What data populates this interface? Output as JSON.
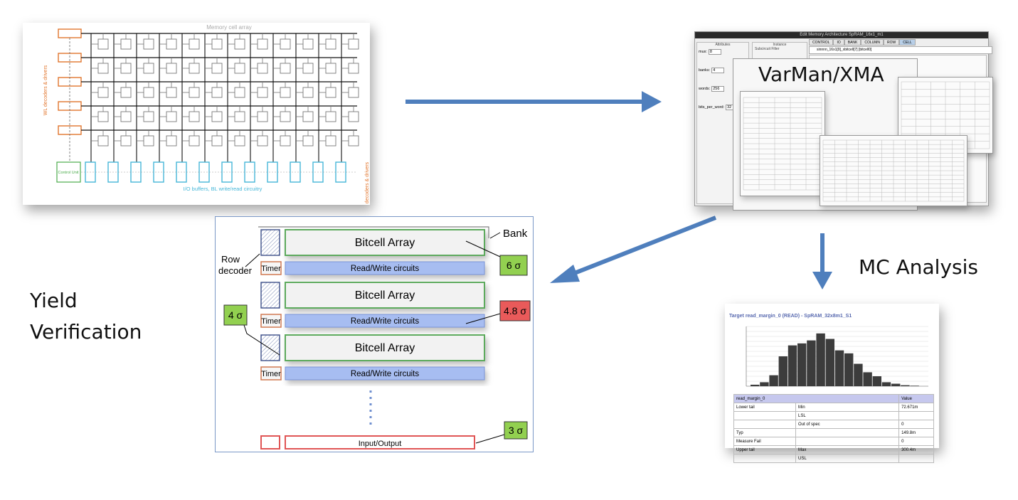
{
  "memory_panel": {
    "title": "Memory cell array",
    "wl_label": "WL decoders & drivers",
    "io_label": "I/O buffers, BL write/read circuitry",
    "bl_label": "decoders & drivers",
    "control_unit": "Control Unit"
  },
  "varman": {
    "title": "VarMan/XMA",
    "window_title": "Edit Memory Architecture SpRAM_16x1_m1",
    "tabs": [
      "CONTROL",
      "IO",
      "BANK",
      "COLUMN",
      "ROW",
      "CELL"
    ],
    "attributes_label": "Attributes",
    "instance_label": "Instance",
    "fields": [
      {
        "label": "mux:",
        "value": "8"
      },
      {
        "label": "banks:",
        "value": "4"
      },
      {
        "label": "words:",
        "value": "256"
      },
      {
        "label": "bits_per_word:",
        "value": "32"
      }
    ],
    "filter_label": "Subcircuit Filter",
    "path_value": "sinnnn_16x1[9]_xbitcell[7]  [bitcell0]"
  },
  "mc_label": "MC Analysis",
  "yield_label": [
    "Yield",
    "Verification"
  ],
  "bank_panel": {
    "bank_label": "Bank",
    "row_decoder_label": [
      "Row",
      "decoder"
    ],
    "bitcell_label": "Bitcell Array",
    "rw_label": "Read/Write circuits",
    "timer_label": "Timer",
    "io_label": "Input/Output",
    "sigma_badges": [
      {
        "value": "6 σ",
        "color": "#92d050"
      },
      {
        "value": "4.8 σ",
        "color": "#e95a5a"
      },
      {
        "value": "4 σ",
        "color": "#92d050"
      },
      {
        "value": "3 σ",
        "color": "#92d050"
      }
    ]
  },
  "mc_panel": {
    "title": "Target read_margin_0 (READ) - SpRAM_32x8m1_S1",
    "histogram": [
      3,
      8,
      22,
      60,
      82,
      86,
      92,
      106,
      95,
      72,
      66,
      45,
      28,
      20,
      8,
      5,
      2,
      1
    ],
    "table": {
      "header": [
        "read_margin_0",
        "Value"
      ],
      "rows": [
        [
          "Lower tail",
          "Min",
          "72.671m"
        ],
        [
          "",
          "LSL",
          ""
        ],
        [
          "",
          "Out of spec",
          "0"
        ],
        [
          "Typ",
          "",
          "149.8m"
        ],
        [
          "Measure Fail",
          "",
          "0"
        ],
        [
          "Upper tail",
          "Max",
          "300.4m"
        ],
        [
          "",
          "USL",
          ""
        ]
      ]
    }
  }
}
